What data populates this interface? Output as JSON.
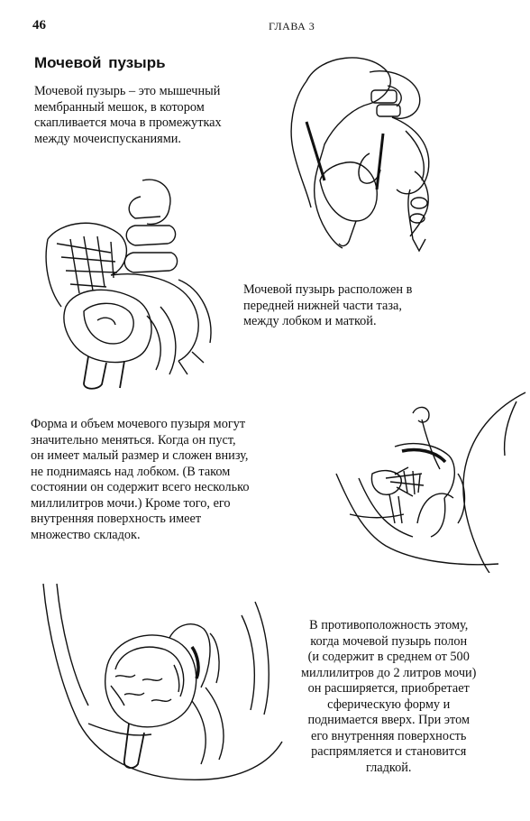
{
  "header": {
    "page_number": "46",
    "running_head": "ГЛАВА 3"
  },
  "section": {
    "title": "Мочевой пузырь"
  },
  "paragraphs": {
    "p1": [
      "Мочевой пузырь – это мышечный",
      "мембранный мешок, в котором",
      "скапливается моча в промежутках",
      "между мочеиспусканиями."
    ],
    "p2": [
      "Мочевой пузырь расположен в",
      "передней нижней части таза,",
      "между лобком и маткой."
    ],
    "p3": [
      "Форма и объем мочевого пузыря могут",
      "значительно меняться. Когда он пуст,",
      "он имеет малый размер и сложен внизу,",
      "не поднимаясь над лобком. (В таком",
      "состоянии он содержит всего несколько",
      "миллилитров мочи.) Кроме того, его",
      "внутренняя поверхность имеет",
      "множество складок."
    ],
    "p4": [
      "В противоположность этому,",
      "когда мочевой пузырь полон",
      "(и содержит в среднем от 500",
      "миллилитров до 2 литров мочи)",
      "он расширяется, приобретает",
      "сферическую форму и",
      "поднимается вверх. При этом",
      "его внутренняя поверхность",
      "распрямляется и становится",
      "гладкой."
    ]
  },
  "figures": {
    "fig1_icon": "pelvis-bladder-front-icon",
    "fig2_icon": "pelvis-bladder-oblique-icon",
    "fig3_icon": "empty-bladder-section-icon",
    "fig4_icon": "full-bladder-section-icon"
  }
}
